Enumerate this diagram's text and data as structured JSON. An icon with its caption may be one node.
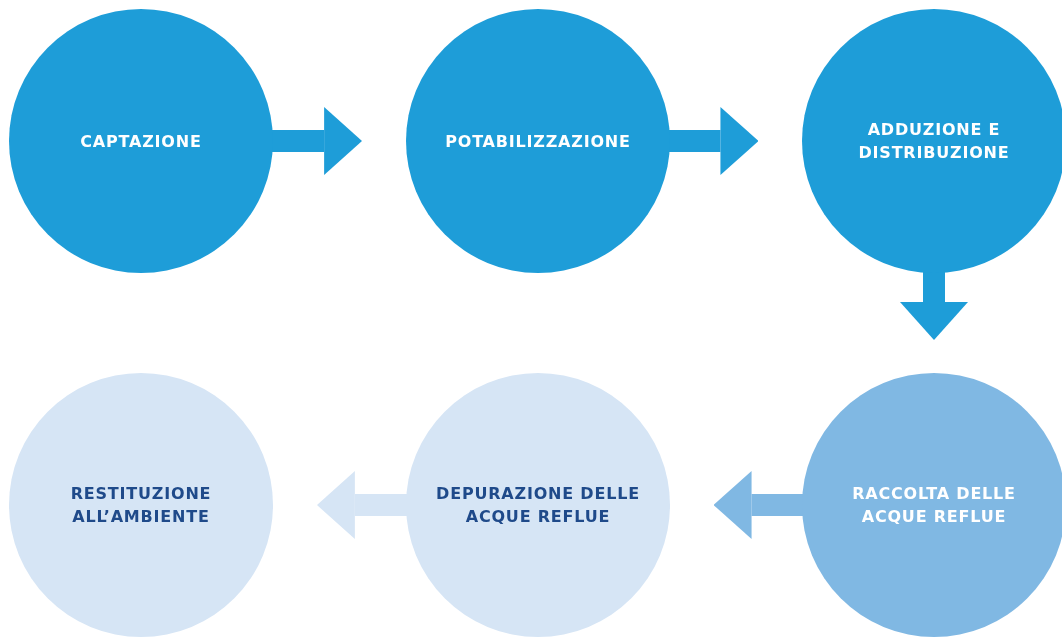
{
  "diagram": {
    "nodes": [
      {
        "text": [
          "CAPTAZIONE"
        ]
      },
      {
        "text": [
          "POTABILIZZAZIONE"
        ]
      },
      {
        "text": [
          "ADDUZIONE E DISTRIBUZIONE"
        ]
      },
      {
        "text": [
          "RACCOLTA DELLE ACQUE REFLUE"
        ]
      },
      {
        "text": [
          "DEPURAZIONE DELLE ACQUE REFLUE"
        ]
      },
      {
        "text": [
          "RESTITUZIONE ALL’AMBIENTE"
        ]
      }
    ],
    "edges": [
      {
        "from": 0,
        "to": 1,
        "arrow": "to"
      },
      {
        "from": 1,
        "to": 2,
        "arrow": "to"
      },
      {
        "from": 2,
        "to": 3,
        "arrow": "to"
      },
      {
        "from": 3,
        "to": 4,
        "arrow": "to",
        "color": "#80b8e3"
      },
      {
        "from": 4,
        "to": 5,
        "arrow": "to",
        "color": "#d6e5f5"
      }
    ]
  }
}
